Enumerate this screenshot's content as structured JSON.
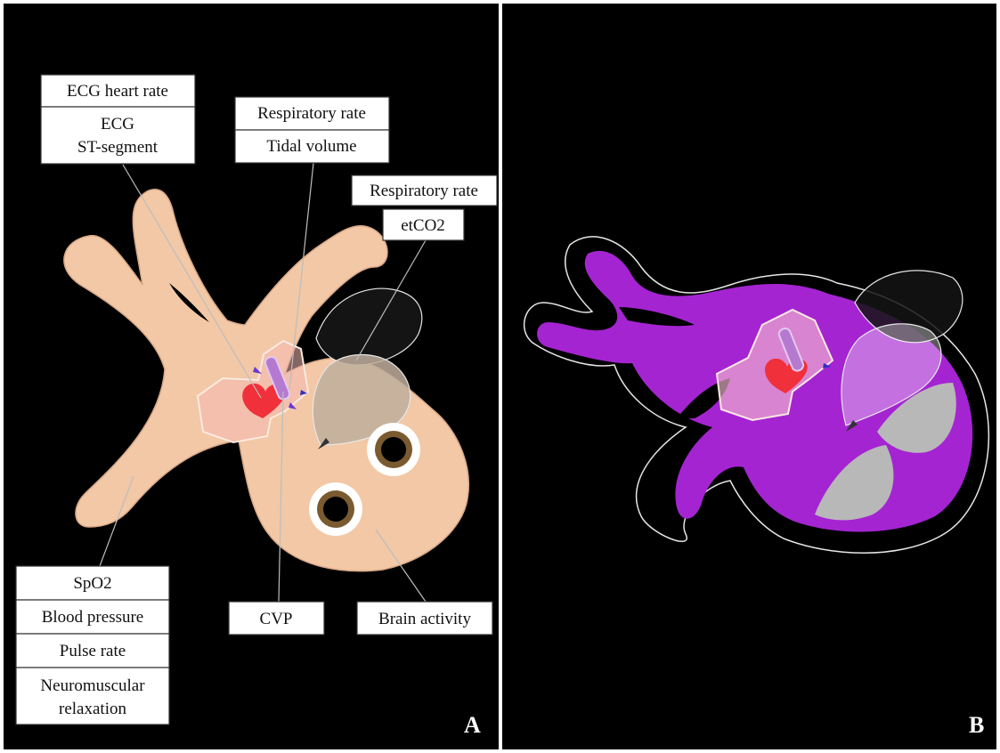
{
  "panel_a": {
    "letter": "A",
    "labels": {
      "ecg_heart_rate": "ECG heart rate",
      "ecg_st_line1": "ECG",
      "ecg_st_line2": "ST-segment",
      "respiratory_rate_1": "Respiratory rate",
      "tidal_volume": "Tidal volume",
      "respiratory_rate_2": "Respiratory rate",
      "etco2": "etCO2",
      "spo2": "SpO2",
      "blood_pressure": "Blood pressure",
      "pulse_rate": "Pulse rate",
      "nm_line1": "Neuromuscular",
      "nm_line2": "relaxation",
      "cvp": "CVP",
      "brain_activity": "Brain activity"
    }
  },
  "panel_b": {
    "letter": "B"
  },
  "colors": {
    "background": "#000000",
    "skin": "#f2c8a6",
    "purple": "#a524d2",
    "heart": "#f0303a",
    "lung_bag": "#d9cab8",
    "eye_ring": "#7a5a30",
    "grey_face": "#b8b8b8"
  }
}
